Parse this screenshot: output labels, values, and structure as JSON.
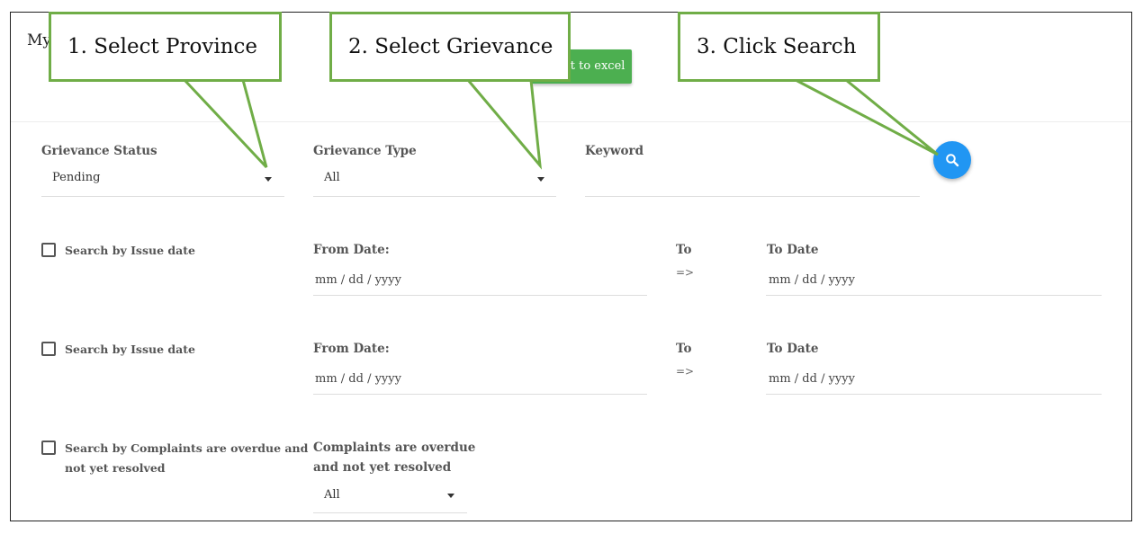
{
  "page": {
    "title": "My",
    "export_button": "rt to excel"
  },
  "filters": {
    "status": {
      "label": "Grievance Status",
      "value": "Pending"
    },
    "type": {
      "label": "Grievance Type",
      "value": "All"
    },
    "keyword": {
      "label": "Keyword",
      "value": ""
    },
    "search_button_icon": "search-icon"
  },
  "date_rows": [
    {
      "checkbox_label": "Search by Issue date",
      "from_label": "From Date:",
      "from_placeholder": "mm / dd / yyyy",
      "to_label": "To",
      "arrow": "=>",
      "to_date_label": "To Date",
      "to_placeholder": "mm / dd / yyyy"
    },
    {
      "checkbox_label": "Search by Issue date",
      "from_label": "From Date:",
      "from_placeholder": "mm / dd / yyyy",
      "to_label": "To",
      "arrow": "=>",
      "to_date_label": "To Date",
      "to_placeholder": "mm / dd / yyyy"
    }
  ],
  "overdue": {
    "checkbox_label_line1": "Search by Complaints are overdue and",
    "checkbox_label_line2": "not yet resolved",
    "select_label_line1": "Complaints are overdue",
    "select_label_line2": "and not yet resolved",
    "value": "All"
  },
  "callouts": [
    {
      "text": "1. Select Province"
    },
    {
      "text": "2. Select Grievance"
    },
    {
      "text": "3. Click Search"
    }
  ],
  "colors": {
    "export_green": "#4caf50",
    "search_blue": "#2196f3",
    "callout_green": "#70ad47"
  }
}
